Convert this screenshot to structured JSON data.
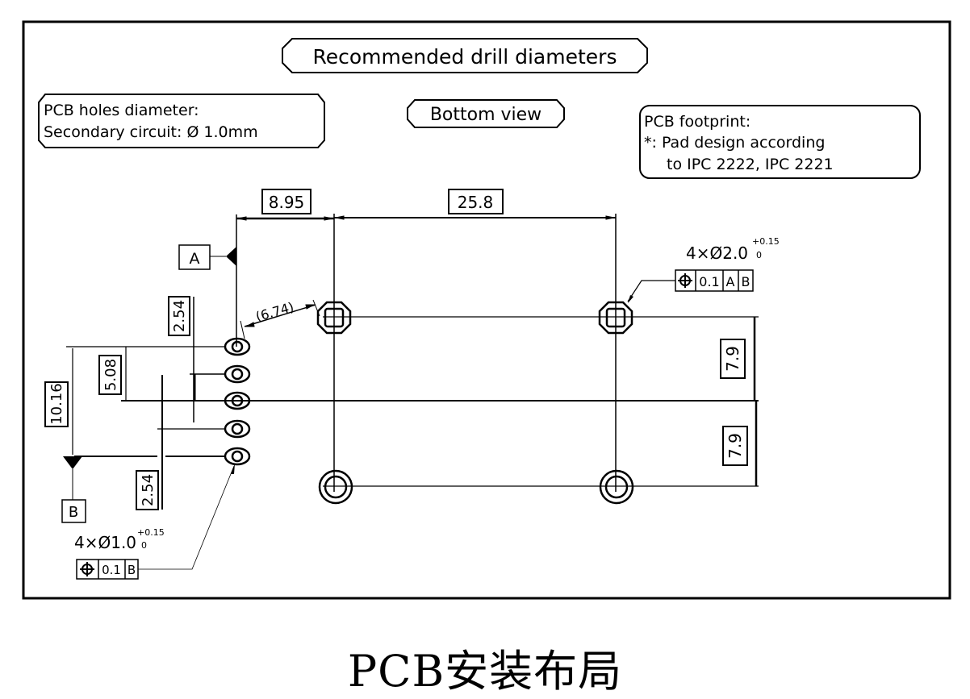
{
  "drawing": {
    "title": "Recommended drill diameters",
    "view_label": "Bottom view",
    "note_holes": {
      "line1": "PCB holes diameter:",
      "line2": "Secondary circuit: Ø 1.0mm"
    },
    "note_footprint": {
      "line1": "PCB footprint:",
      "line2": "*: Pad design according",
      "line3": "to IPC 2222, IPC 2221"
    },
    "dimensions": {
      "horizontal_offset": "8.95",
      "horizontal_span": "25.8",
      "diagonal_ref": "(6.74)",
      "pin_pitch_top": "2.54",
      "pin_span_half": "5.08",
      "pin_span_full": "10.16",
      "pin_pitch_bottom": "2.54",
      "vertical_upper": "7.9",
      "vertical_lower": "7.9"
    },
    "datums": {
      "a": "A",
      "b": "B"
    },
    "large_holes": {
      "callout": "4×Ø2.0",
      "tol_upper": "+0.15",
      "tol_lower": "0",
      "fcf_symbol": "⌖",
      "fcf_tolerance": "0.1",
      "fcf_datum1": "A",
      "fcf_datum2": "B"
    },
    "small_holes": {
      "callout": "4×Ø1.0",
      "tol_upper": "+0.15",
      "tol_lower": "0",
      "fcf_symbol": "⌖",
      "fcf_tolerance": "0.1",
      "fcf_datum1": "B"
    }
  },
  "caption": "PCB安装布局"
}
